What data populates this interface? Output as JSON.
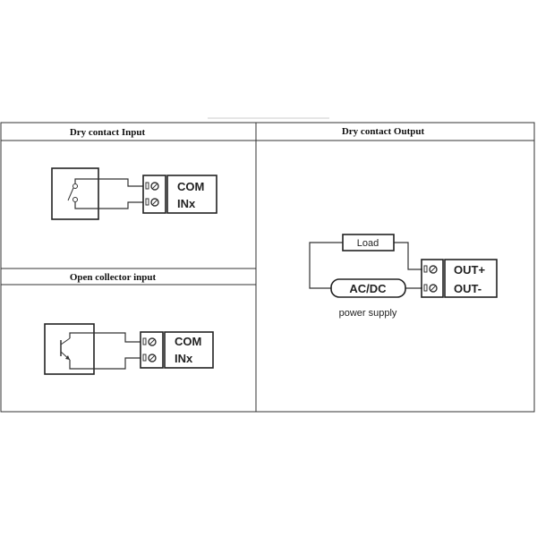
{
  "sections": {
    "dry_input": {
      "title": "Dry contact Input",
      "terminals": [
        "COM",
        "INx"
      ]
    },
    "open_collector": {
      "title": "Open collector input",
      "terminals": [
        "COM",
        "INx"
      ]
    },
    "dry_output": {
      "title": "Dry contact Output",
      "load": "Load",
      "source": "AC/DC",
      "source_caption": "power supply",
      "terminals": [
        "OUT+",
        "OUT-"
      ]
    }
  }
}
